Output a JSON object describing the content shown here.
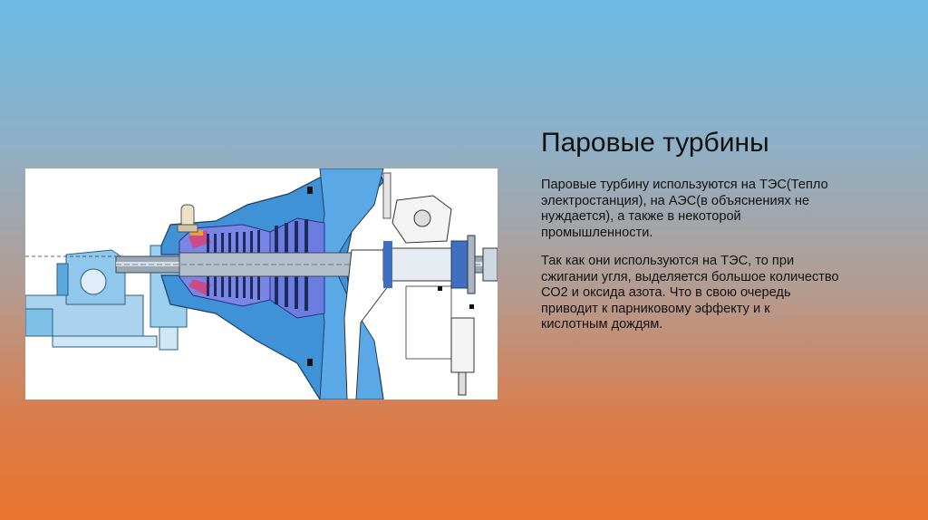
{
  "slide": {
    "title": "Паровые турбины",
    "paragraphs": [
      "Паровые турбину используются на ТЭС(Тепло электростанция), на АЭС(в объяснениях не нуждается), а также в некоторой промышленности.",
      "Так как они используются на ТЭС, то при сжигании угля, выделяется большое количество СО2 и оксида азота. Что в свою очередь приводит к парниковому эффекту и к кислотным дождям."
    ]
  },
  "figure": {
    "icon": "steam-turbine-cutaway-illustration",
    "colors": {
      "casing": "#3f92d6",
      "inner": "#7a86e6",
      "rotor": "#9aa7b5",
      "accent": "#cc4a8a",
      "machinery": "#7fc0e6"
    }
  }
}
